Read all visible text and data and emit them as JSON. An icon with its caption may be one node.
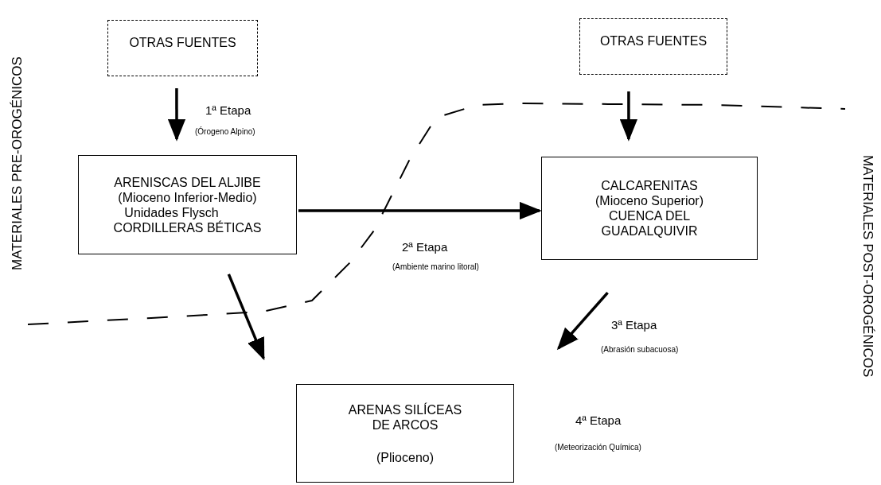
{
  "diagram": {
    "nodes": [
      {
        "text": [
          "OTRAS FUENTES"
        ]
      },
      {
        "text": [
          "OTRAS FUENTES"
        ]
      },
      {
        "text": [
          "ARENISCAS DEL ALJIBE",
          "(Mioceno Inferior-Medio)",
          "Unidades Flysch",
          "CORDILLERAS BÉTICAS"
        ]
      },
      {
        "text": [
          "CALCARENITAS",
          "(Mioceno Superior)",
          "CUENCA DEL GUADALQUIVIR"
        ]
      },
      {
        "text": [
          "ARENAS SILÍCEAS DE ARCOS",
          "(Plioceno)"
        ]
      }
    ],
    "edges": [
      {
        "from": 0,
        "to": 2,
        "arrow": "to"
      },
      {
        "from": 1,
        "to": 3,
        "arrow": "to"
      },
      {
        "from": 2,
        "to": 3,
        "arrow": "to"
      },
      {
        "from": 2,
        "to": 4,
        "arrow": "to"
      },
      {
        "from": 3,
        "to": 4,
        "arrow": "to"
      }
    ],
    "labels": [
      "MATERIALES PRE-OROGÉNICOS",
      "1ª Etapa",
      "(Órogeno Alpino)",
      "MATERIALES POST-OROGÉNICOS",
      "2ª Etapa",
      "(Ambiente marino litoral)",
      "3ª Etapa",
      "(Abrasión subacuosa)",
      "4ª Etapa",
      "(Meteorización Química)"
    ]
  }
}
